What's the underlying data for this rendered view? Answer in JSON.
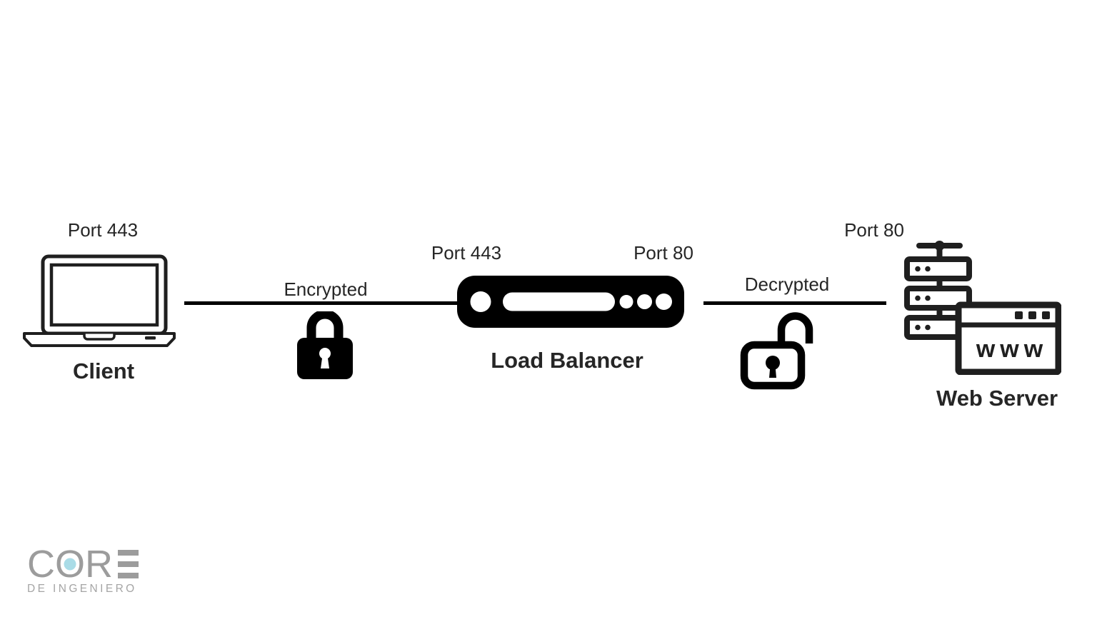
{
  "colors": {
    "ink": "#000000",
    "text": "#262626",
    "icon_stroke": "#1f1f1f",
    "logo_gray": "#9c9c9c",
    "logo_subtitle_gray": "#a5a5a5",
    "logo_blue": "#a9dce7",
    "background": "#ffffff"
  },
  "nodes": {
    "client": {
      "port": "Port 443",
      "label": "Client"
    },
    "load_balancer": {
      "port_in": "Port 443",
      "port_out": "Port 80",
      "label": "Load Balancer"
    },
    "web_server": {
      "port": "Port 80",
      "label": "Web Server",
      "browser_text": "www"
    }
  },
  "links": {
    "client_to_lb": {
      "label": "Encrypted"
    },
    "lb_to_server": {
      "label": "Decrypted"
    }
  },
  "logo": {
    "letters": [
      "C",
      "O",
      "R"
    ],
    "subtitle": "DE INGENIERO"
  }
}
